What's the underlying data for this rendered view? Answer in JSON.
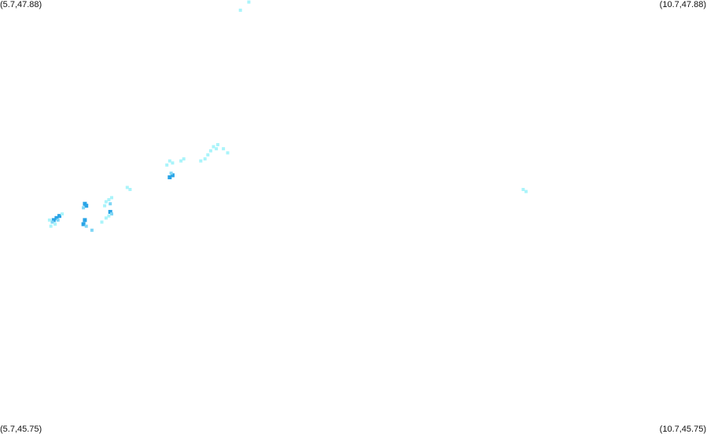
{
  "map": {
    "corners": {
      "top_left": "(5.7,47.88)",
      "top_right": "(10.7,47.88)",
      "bottom_left": "(5.7,45.75)",
      "bottom_right": "(10.7,45.75)"
    },
    "extent": {
      "lon_min": 5.7,
      "lon_max": 10.7,
      "lat_min": 45.75,
      "lat_max": 47.88
    },
    "colors": {
      "background": "#ffffff",
      "low": "#aaf4fa",
      "mid": "#7fd6f5",
      "high": "#2aa4e6"
    },
    "points": [
      {
        "lon": 7.4,
        "lat": 47.83,
        "level": "low"
      },
      {
        "lon": 7.46,
        "lat": 47.87,
        "level": "low"
      },
      {
        "lon": 7.23,
        "lat": 47.15,
        "level": "low"
      },
      {
        "lon": 7.21,
        "lat": 47.16,
        "level": "low"
      },
      {
        "lon": 7.19,
        "lat": 47.14,
        "level": "low"
      },
      {
        "lon": 7.24,
        "lat": 47.17,
        "level": "low"
      },
      {
        "lon": 7.28,
        "lat": 47.15,
        "level": "low"
      },
      {
        "lon": 7.31,
        "lat": 47.13,
        "level": "low"
      },
      {
        "lon": 7.17,
        "lat": 47.12,
        "level": "low"
      },
      {
        "lon": 7.15,
        "lat": 47.1,
        "level": "low"
      },
      {
        "lon": 7.12,
        "lat": 47.09,
        "level": "low"
      },
      {
        "lon": 7.0,
        "lat": 47.1,
        "level": "low"
      },
      {
        "lon": 6.98,
        "lat": 47.09,
        "level": "low"
      },
      {
        "lon": 6.92,
        "lat": 47.08,
        "level": "low"
      },
      {
        "lon": 6.9,
        "lat": 47.09,
        "level": "low"
      },
      {
        "lon": 6.88,
        "lat": 47.07,
        "level": "low"
      },
      {
        "lon": 6.92,
        "lat": 47.02,
        "level": "high"
      },
      {
        "lon": 6.9,
        "lat": 47.01,
        "level": "high"
      },
      {
        "lon": 6.91,
        "lat": 47.03,
        "level": "mid"
      },
      {
        "lon": 6.6,
        "lat": 46.96,
        "level": "low"
      },
      {
        "lon": 6.62,
        "lat": 46.95,
        "level": "low"
      },
      {
        "lon": 6.47,
        "lat": 46.9,
        "level": "low"
      },
      {
        "lon": 6.49,
        "lat": 46.91,
        "level": "low"
      },
      {
        "lon": 6.45,
        "lat": 46.89,
        "level": "low"
      },
      {
        "lon": 6.48,
        "lat": 46.88,
        "level": "mid"
      },
      {
        "lon": 6.44,
        "lat": 46.87,
        "level": "low"
      },
      {
        "lon": 6.3,
        "lat": 46.88,
        "level": "high"
      },
      {
        "lon": 6.31,
        "lat": 46.87,
        "level": "high"
      },
      {
        "lon": 6.29,
        "lat": 46.86,
        "level": "mid"
      },
      {
        "lon": 6.48,
        "lat": 46.84,
        "level": "high"
      },
      {
        "lon": 6.49,
        "lat": 46.83,
        "level": "mid"
      },
      {
        "lon": 6.47,
        "lat": 46.82,
        "level": "low"
      },
      {
        "lon": 6.45,
        "lat": 46.81,
        "level": "low"
      },
      {
        "lon": 6.42,
        "lat": 46.79,
        "level": "low"
      },
      {
        "lon": 6.12,
        "lat": 46.82,
        "level": "high"
      },
      {
        "lon": 6.1,
        "lat": 46.81,
        "level": "high"
      },
      {
        "lon": 6.08,
        "lat": 46.8,
        "level": "high"
      },
      {
        "lon": 6.11,
        "lat": 46.8,
        "level": "mid"
      },
      {
        "lon": 6.07,
        "lat": 46.79,
        "level": "mid"
      },
      {
        "lon": 6.05,
        "lat": 46.8,
        "level": "low"
      },
      {
        "lon": 6.14,
        "lat": 46.83,
        "level": "low"
      },
      {
        "lon": 6.09,
        "lat": 46.78,
        "level": "low"
      },
      {
        "lon": 6.06,
        "lat": 46.77,
        "level": "low"
      },
      {
        "lon": 6.3,
        "lat": 46.8,
        "level": "high"
      },
      {
        "lon": 6.29,
        "lat": 46.78,
        "level": "high"
      },
      {
        "lon": 6.31,
        "lat": 46.77,
        "level": "mid"
      },
      {
        "lon": 6.35,
        "lat": 46.75,
        "level": "mid"
      },
      {
        "lon": 9.4,
        "lat": 46.95,
        "level": "low"
      },
      {
        "lon": 9.42,
        "lat": 46.94,
        "level": "low"
      }
    ]
  }
}
